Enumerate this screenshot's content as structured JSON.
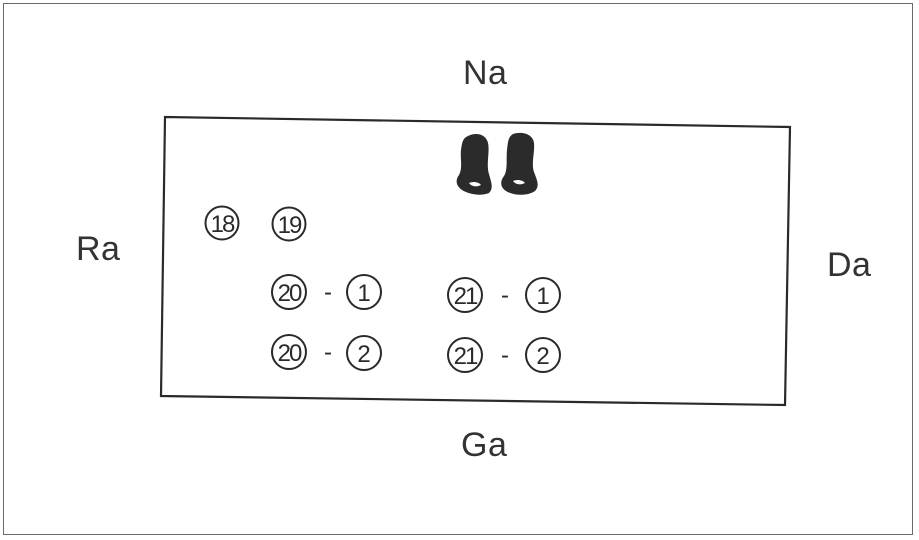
{
  "directions": {
    "top": "Na",
    "left": "Ra",
    "right": "Da",
    "bottom": "Ga"
  },
  "markers": {
    "m18": "18",
    "m19": "19",
    "m20_1_a": "20",
    "m20_1_b": "1",
    "m20_2_a": "20",
    "m20_2_b": "2",
    "m21_1_a": "21",
    "m21_1_b": "1",
    "m21_2_a": "21",
    "m21_2_b": "2",
    "dash": "-"
  },
  "colors": {
    "ink": "#2a2a2a",
    "border": "#6a6a6a",
    "footprint": "#2b2b2b"
  }
}
